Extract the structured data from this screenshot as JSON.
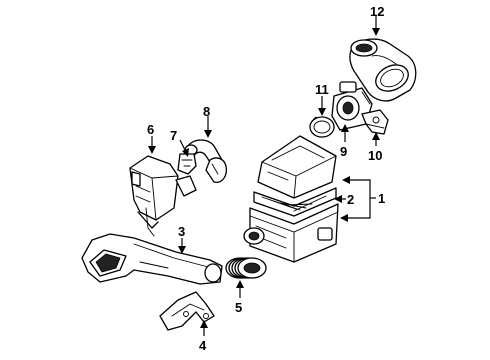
{
  "callouts": [
    {
      "id": "c1",
      "text": "1"
    },
    {
      "id": "c2",
      "text": "2"
    },
    {
      "id": "c3",
      "text": "3"
    },
    {
      "id": "c4",
      "text": "4"
    },
    {
      "id": "c5",
      "text": "5"
    },
    {
      "id": "c6",
      "text": "6"
    },
    {
      "id": "c7",
      "text": "7"
    },
    {
      "id": "c8",
      "text": "8"
    },
    {
      "id": "c9",
      "text": "9"
    },
    {
      "id": "c10",
      "text": "10"
    },
    {
      "id": "c11",
      "text": "11"
    },
    {
      "id": "c12",
      "text": "12"
    }
  ],
  "colors": {
    "line": "#000000",
    "background": "#ffffff"
  }
}
